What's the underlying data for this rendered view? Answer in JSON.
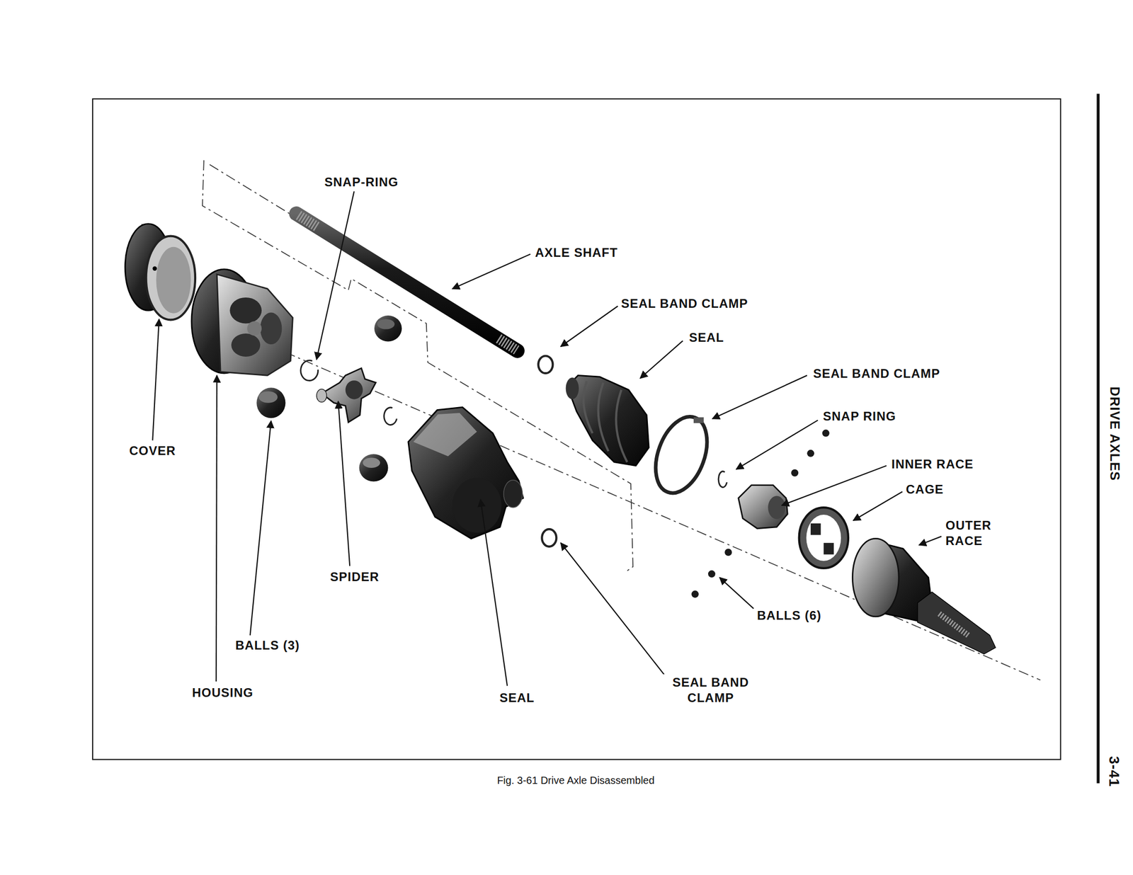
{
  "diagram": {
    "caption": "Fig. 3-61 Drive Axle Disassembled",
    "labels": [
      "SNAP-RING",
      "AXLE SHAFT",
      "SEAL BAND CLAMP",
      "SEAL",
      "SEAL BAND CLAMP",
      "SNAP RING",
      "INNER RACE",
      "CAGE",
      "OUTER RACE",
      "COVER",
      "SPIDER",
      "BALLS (3)",
      "HOUSING",
      "SEAL",
      "SEAL BAND CLAMP",
      "BALLS (6)",
      "DRIVE AXLES",
      "3-41"
    ]
  }
}
